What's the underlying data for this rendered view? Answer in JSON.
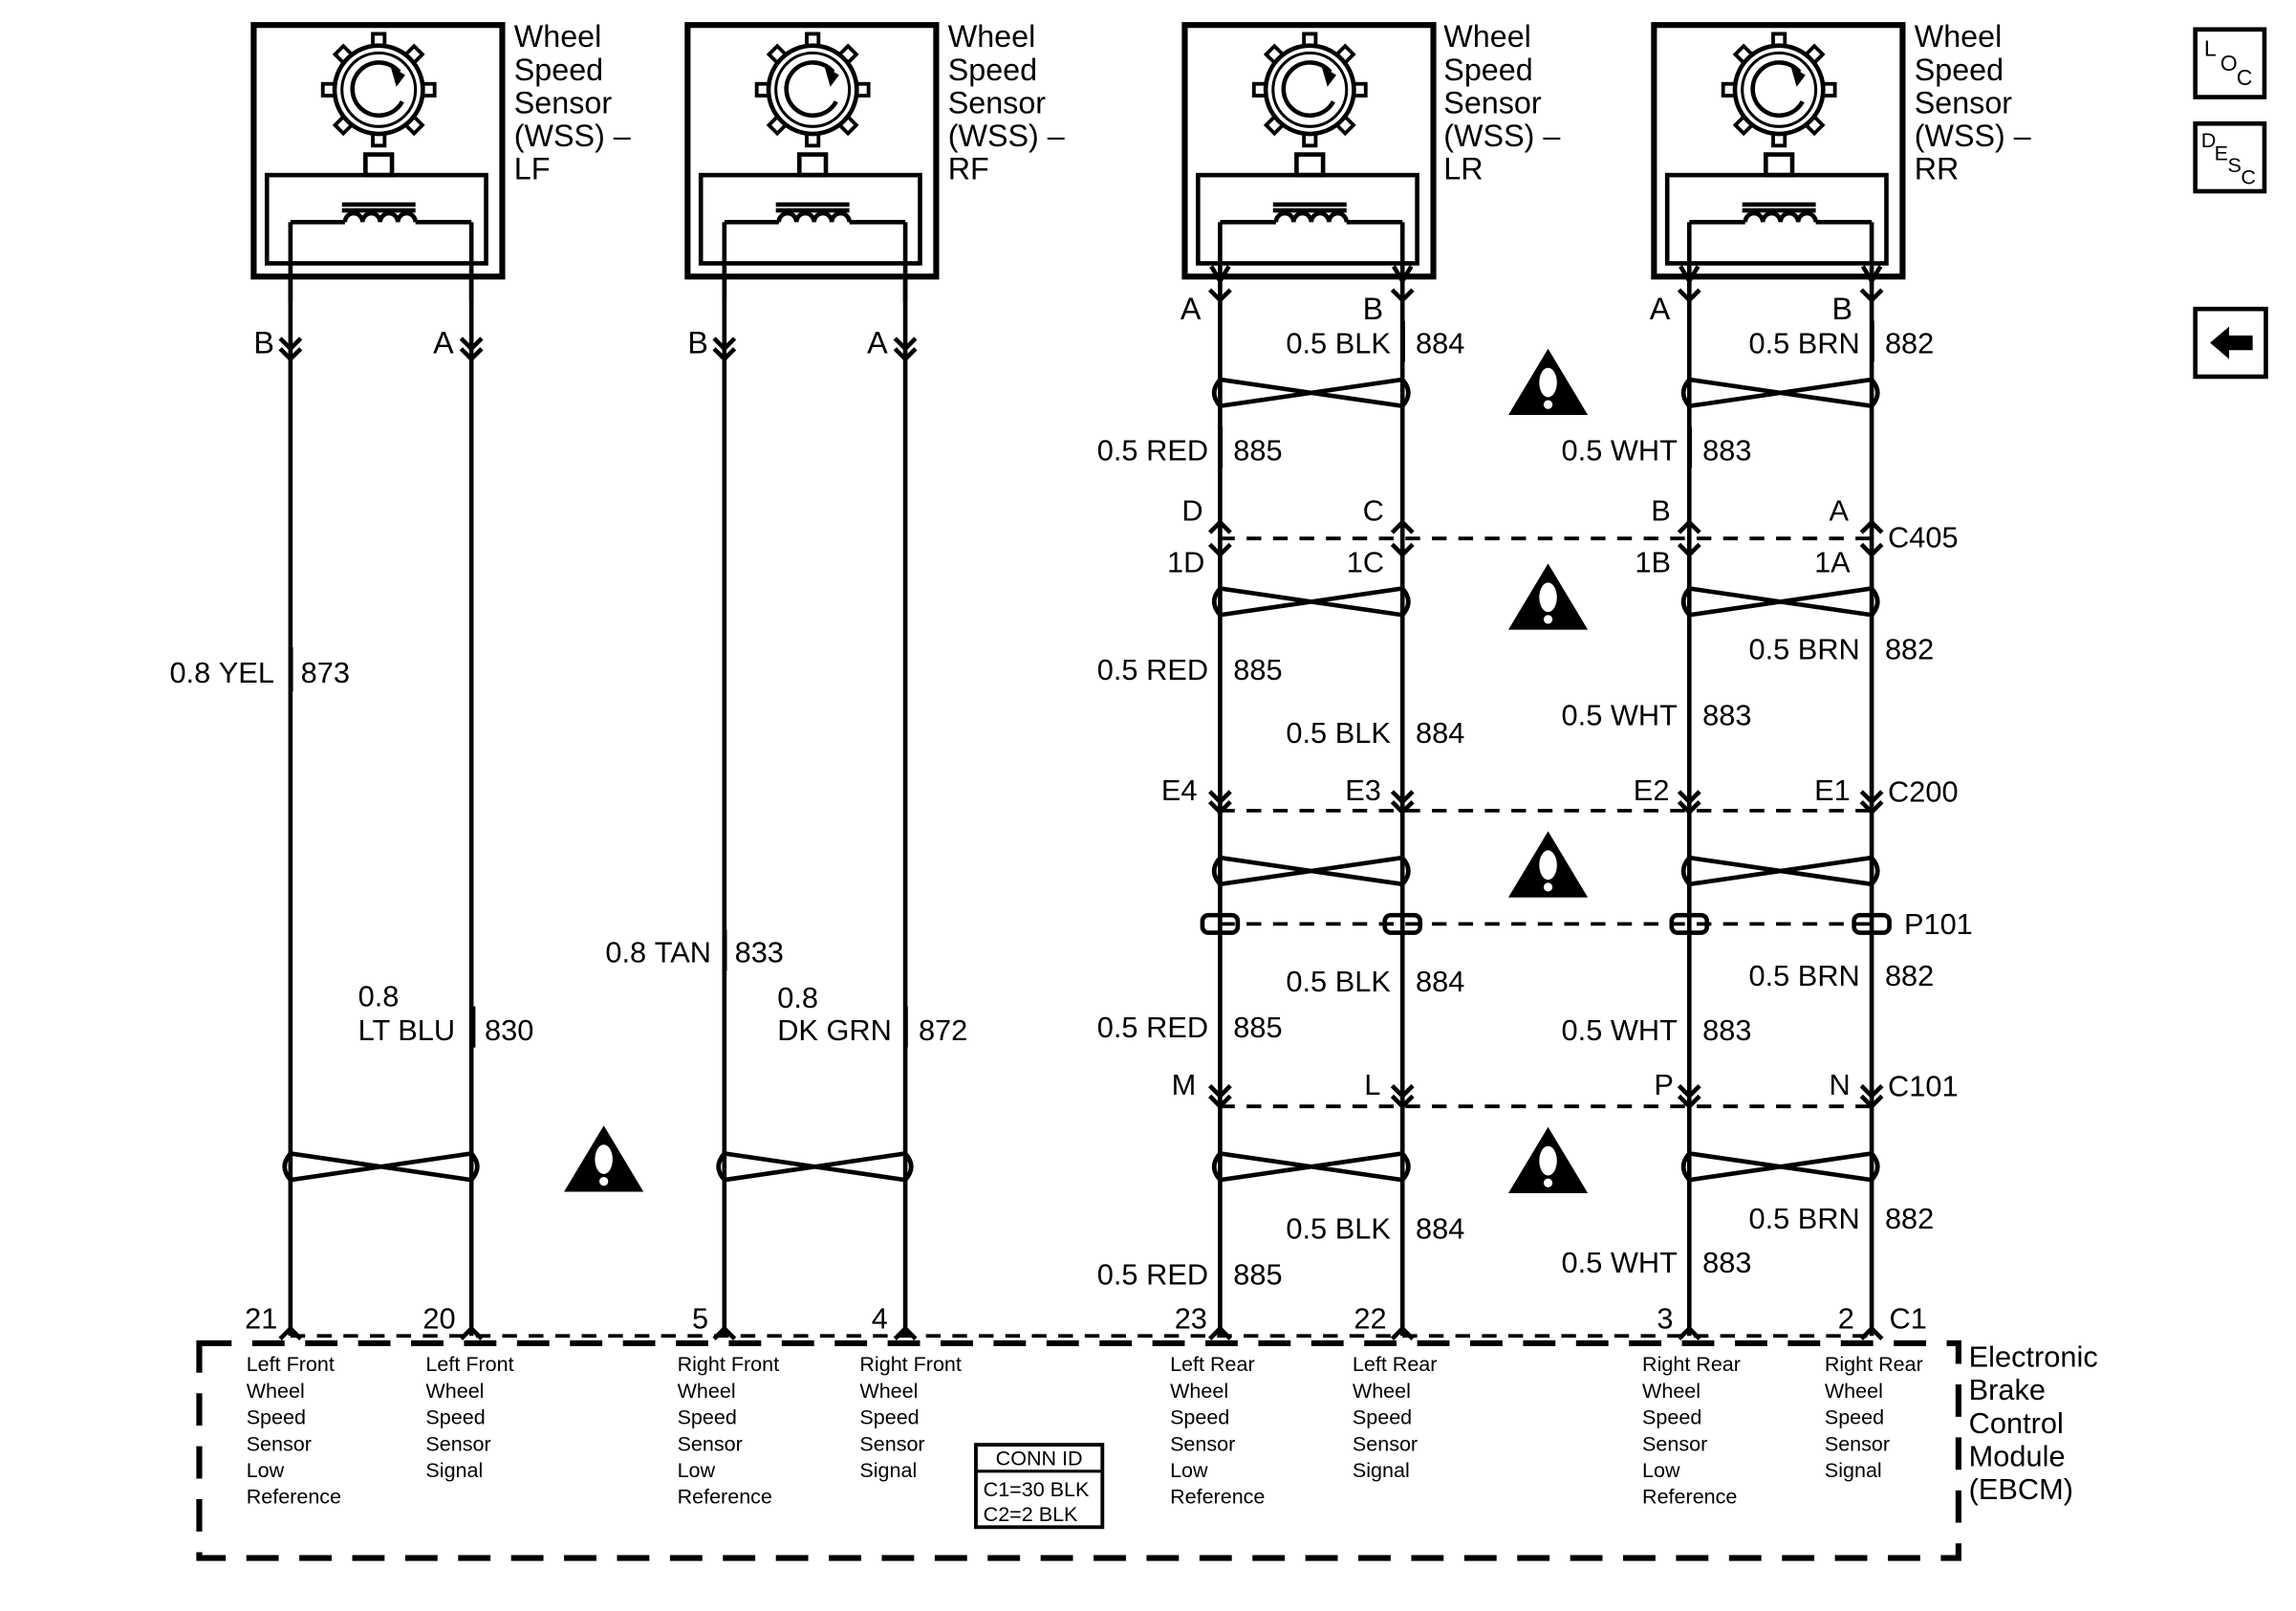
{
  "sensors": [
    {
      "title": [
        "Wheel",
        "Speed",
        "Sensor",
        "(WSS) –",
        "LF"
      ],
      "pins": [
        "B",
        "A"
      ]
    },
    {
      "title": [
        "Wheel",
        "Speed",
        "Sensor",
        "(WSS) –",
        "RF"
      ],
      "pins": [
        "B",
        "A"
      ]
    },
    {
      "title": [
        "Wheel",
        "Speed",
        "Sensor",
        "(WSS) –",
        "LR"
      ],
      "pins": [
        "A",
        "B"
      ]
    },
    {
      "title": [
        "Wheel",
        "Speed",
        "Sensor",
        "(WSS) –",
        "RR"
      ],
      "pins": [
        "A",
        "B"
      ]
    }
  ],
  "side_icons": {
    "loc": [
      "L",
      "O",
      "C"
    ],
    "desc": [
      "D",
      "E",
      "S",
      "C"
    ],
    "back": "back-arrow-icon"
  },
  "front_wires": [
    {
      "size": "0.8",
      "color": "YEL",
      "circuit": "873"
    },
    {
      "size": "0.8",
      "color": "LT BLU",
      "circuit": "830"
    },
    {
      "size": "0.8",
      "color": "TAN",
      "circuit": "833"
    },
    {
      "size": "0.8",
      "color": "DK GRN",
      "circuit": "872"
    }
  ],
  "rear_wires": {
    "seg1": [
      {
        "size": "0.5",
        "color": "RED",
        "circuit": "885"
      },
      {
        "size": "0.5",
        "color": "BLK",
        "circuit": "884"
      },
      {
        "size": "0.5",
        "color": "WHT",
        "circuit": "883"
      },
      {
        "size": "0.5",
        "color": "BRN",
        "circuit": "882"
      }
    ],
    "seg2": [
      {
        "size": "0.5",
        "color": "RED",
        "circuit": "885"
      },
      {
        "size": "0.5",
        "color": "BLK",
        "circuit": "884"
      },
      {
        "size": "0.5",
        "color": "WHT",
        "circuit": "883"
      },
      {
        "size": "0.5",
        "color": "BRN",
        "circuit": "882"
      }
    ],
    "seg3": [
      {
        "size": "0.5",
        "color": "RED",
        "circuit": "885"
      },
      {
        "size": "0.5",
        "color": "BLK",
        "circuit": "884"
      },
      {
        "size": "0.5",
        "color": "WHT",
        "circuit": "883"
      },
      {
        "size": "0.5",
        "color": "BRN",
        "circuit": "882"
      }
    ],
    "seg4": [
      {
        "size": "0.5",
        "color": "RED",
        "circuit": "885"
      },
      {
        "size": "0.5",
        "color": "BLK",
        "circuit": "884"
      },
      {
        "size": "0.5",
        "color": "WHT",
        "circuit": "883"
      },
      {
        "size": "0.5",
        "color": "BRN",
        "circuit": "882"
      }
    ]
  },
  "connectors": {
    "c405": {
      "name": "C405",
      "upper_pins": [
        "D",
        "C",
        "B",
        "A"
      ],
      "lower_pins": [
        "1D",
        "1C",
        "1B",
        "1A"
      ]
    },
    "c200": {
      "name": "C200",
      "pins": [
        "E4",
        "E3",
        "E2",
        "E1"
      ]
    },
    "p101": {
      "name": "P101"
    },
    "c101": {
      "name": "C101",
      "pins": [
        "M",
        "L",
        "P",
        "N"
      ]
    },
    "c1": {
      "name": "C1",
      "pins": [
        "21",
        "20",
        "5",
        "4",
        "23",
        "22",
        "3",
        "2"
      ]
    }
  },
  "ebcm": {
    "title": [
      "Electronic",
      "Brake",
      "Control",
      "Module",
      "(EBCM)"
    ],
    "pin_functions": [
      [
        "Left Front",
        "Wheel",
        "Speed",
        "Sensor",
        "Low",
        "Reference"
      ],
      [
        "Left Front",
        "Wheel",
        "Speed",
        "Sensor",
        "Signal"
      ],
      [
        "Right Front",
        "Wheel",
        "Speed",
        "Sensor",
        "Low",
        "Reference"
      ],
      [
        "Right Front",
        "Wheel",
        "Speed",
        "Sensor",
        "Signal"
      ],
      [
        "Left Rear",
        "Wheel",
        "Speed",
        "Sensor",
        "Low",
        "Reference"
      ],
      [
        "Left Rear",
        "Wheel",
        "Speed",
        "Sensor",
        "Signal"
      ],
      [
        "Right Rear",
        "Wheel",
        "Speed",
        "Sensor",
        "Low",
        "Reference"
      ],
      [
        "Right Rear",
        "Wheel",
        "Speed",
        "Sensor",
        "Signal"
      ]
    ],
    "conn_id": {
      "title": "CONN ID",
      "lines": [
        "C1=30 BLK",
        "C2=2 BLK"
      ]
    }
  },
  "warning_icon": "caution-triangle-icon"
}
